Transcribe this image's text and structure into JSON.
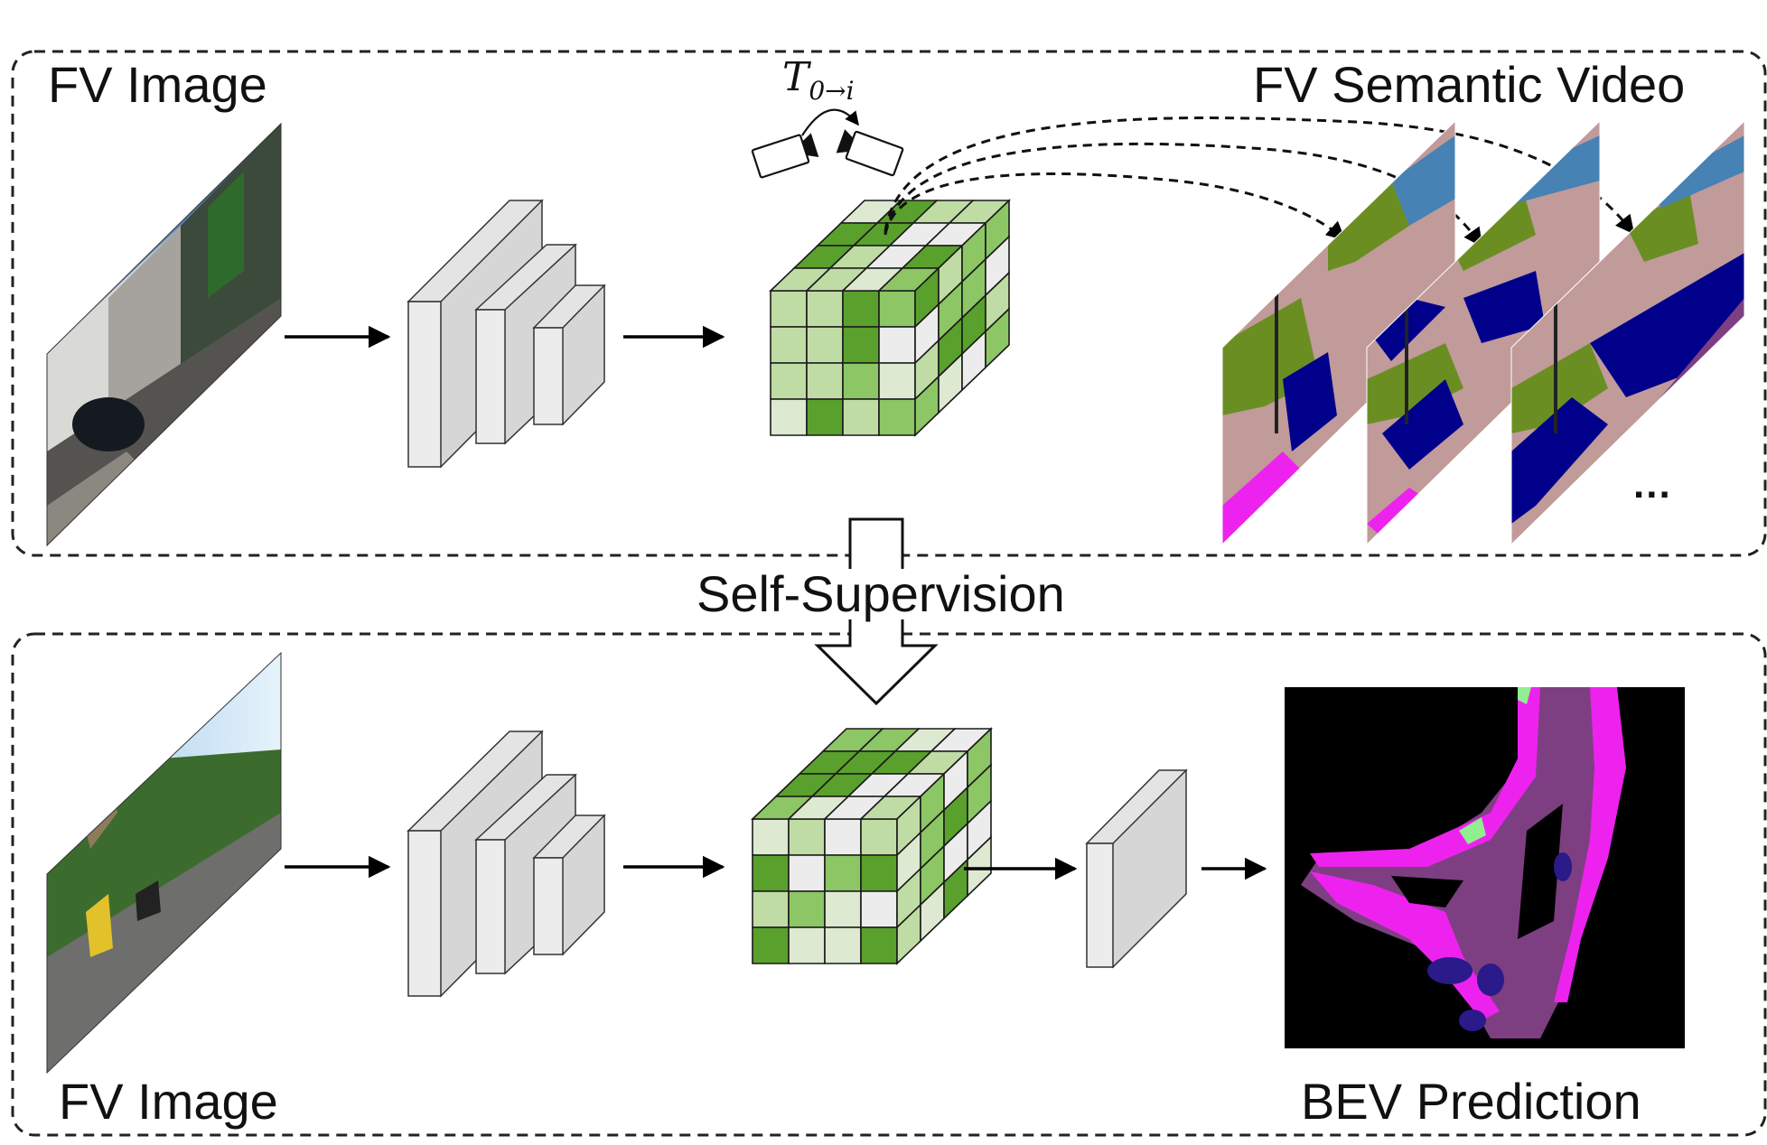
{
  "top_panel": {
    "input_label": "FV Image",
    "output_label": "FV Semantic Video",
    "transform_label": "T",
    "transform_subscript": "0→i",
    "ellipsis": "..."
  },
  "supervision_label": "Self-Supervision",
  "bottom_panel": {
    "input_label": "FV Image",
    "output_label": "BEV Prediction"
  },
  "colors": {
    "cube_dark": "#5aa02c",
    "cube_mid": "#8cc665",
    "cube_light": "#c0dca5",
    "cube_pale": "#dde9d1",
    "cube_white": "#ececec",
    "block_face": "#ececec",
    "block_side": "#d6d6d6",
    "seg_pink": "#c19a9a",
    "seg_olive": "#6b8e23",
    "seg_blue": "#4682b4",
    "seg_navy": "#00008b",
    "seg_purple": "#7d3f82",
    "seg_magenta": "#ee22ee",
    "bev_black": "#000000"
  }
}
